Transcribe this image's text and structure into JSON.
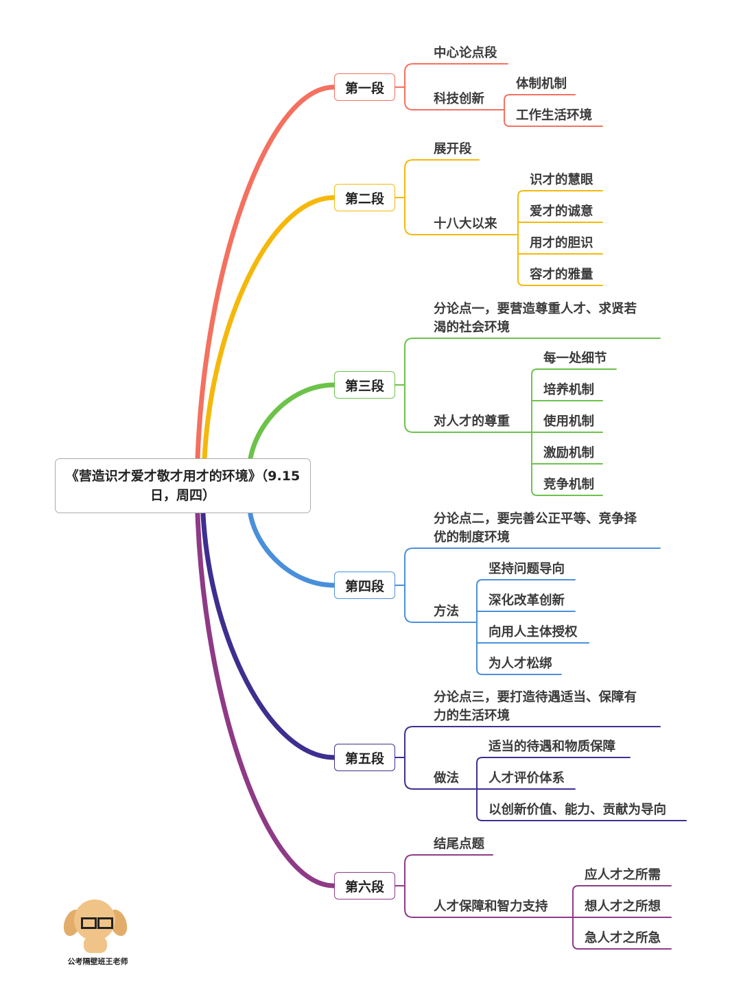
{
  "title": "《营造识才爱才敬才用才的环境》（9.15日，周四）",
  "branches": [
    {
      "label": "第一段",
      "color": "#f4705f",
      "children": [
        {
          "label": "中心论点段",
          "children": []
        },
        {
          "label": "科技创新",
          "children": [
            "体制机制",
            "工作生活环境"
          ]
        }
      ]
    },
    {
      "label": "第二段",
      "color": "#f5b80a",
      "children": [
        {
          "label": "展开段",
          "children": []
        },
        {
          "label": "十八大以来",
          "children": [
            "识才的慧眼",
            "爱才的诚意",
            "用才的胆识",
            "容才的雅量"
          ]
        }
      ]
    },
    {
      "label": "第三段",
      "color": "#6cc24a",
      "children": [
        {
          "label": "分论点一，要营造尊重人才、求贤若\n渴的社会环境",
          "children": []
        },
        {
          "label": "对人才的尊重",
          "children": [
            "每一处细节",
            "培养机制",
            "使用机制",
            "激励机制",
            "竞争机制"
          ]
        }
      ]
    },
    {
      "label": "第四段",
      "color": "#4a8fdb",
      "children": [
        {
          "label": "分论点二，要完善公正平等、竞争择\n优的制度环境",
          "children": []
        },
        {
          "label": "方法",
          "children": [
            "坚持问题导向",
            "深化改革创新",
            "向用人主体授权",
            "为人才松绑"
          ]
        }
      ]
    },
    {
      "label": "第五段",
      "color": "#3d2f8f",
      "children": [
        {
          "label": "分论点三，要打造待遇适当、保障有\n力的生活环境",
          "children": []
        },
        {
          "label": "做法",
          "children": [
            "适当的待遇和物质保障",
            "人才评价体系",
            "以创新价值、能力、贡献为导向"
          ]
        }
      ]
    },
    {
      "label": "第六段",
      "color": "#8e3a86",
      "children": [
        {
          "label": "结尾点题",
          "children": []
        },
        {
          "label": "人才保障和智力支持",
          "children": [
            "应人才之所需",
            "想人才之所想",
            "急人才之所急"
          ]
        }
      ]
    }
  ],
  "watermark": "公考隔壁班王老师"
}
